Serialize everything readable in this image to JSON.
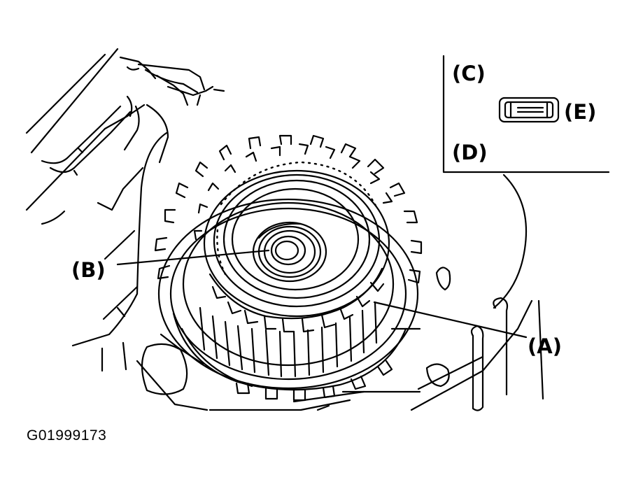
{
  "callouts": {
    "a": "(A)",
    "b": "(B)",
    "c": "(C)",
    "d": "(D)",
    "e": "(E)"
  },
  "figure_id": "G01999173",
  "colors": {
    "line": "#000000",
    "background": "#ffffff"
  }
}
